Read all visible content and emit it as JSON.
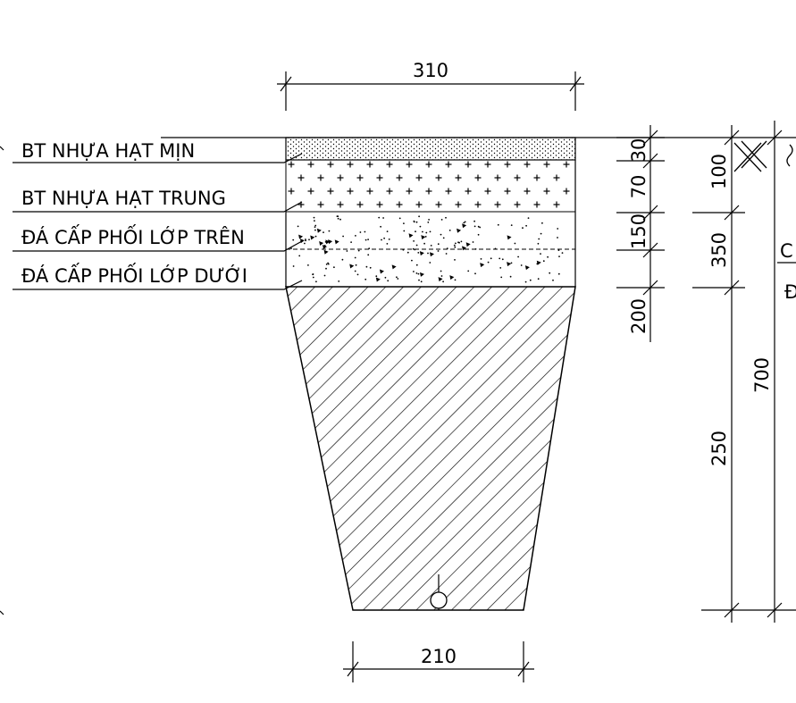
{
  "layers": [
    {
      "label": "BT NHỰA HẠT MỊN"
    },
    {
      "label": "BT NHỰA HẠT TRUNG"
    },
    {
      "label": "ĐÁ CẤP PHỐI LỚP TRÊN"
    },
    {
      "label": "ĐÁ CẤP PHỐI LỚP DƯỚI"
    }
  ],
  "dimensions": {
    "top_width": "310",
    "bottom_width": "210",
    "col1": [
      "30",
      "70",
      "150",
      "200"
    ],
    "col2": [
      "100",
      "350",
      "250"
    ],
    "col3": [
      "700"
    ]
  },
  "edge_text": {
    "c": "C",
    "d": "Đ"
  }
}
